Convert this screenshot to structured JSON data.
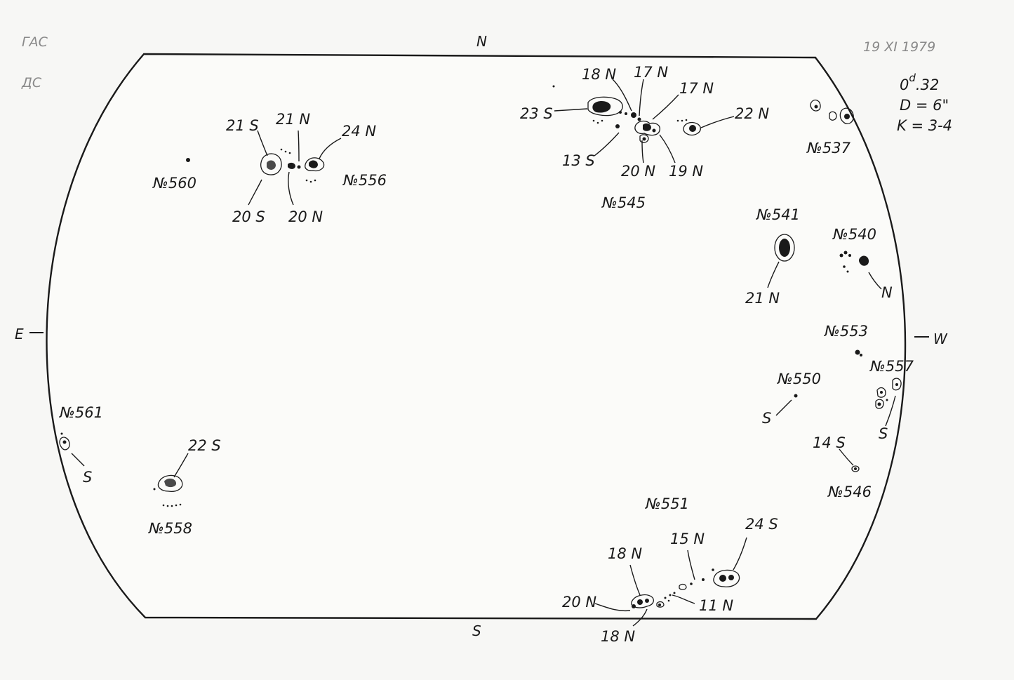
{
  "header": {
    "observatory": "ГАС",
    "observer": "ДС",
    "date": "19  XI  1979",
    "time_main": "0",
    "time_sup": "d",
    "time_rest": ".32",
    "seeing": "D = 6\"",
    "quality": "K = 3-4"
  },
  "directions": {
    "north": "N",
    "south": "S",
    "east": "E",
    "west": "W"
  },
  "groups": {
    "g560": "№560",
    "g556": "№556",
    "g545": "№545",
    "g537": "№537",
    "g541": "№541",
    "g540": "№540",
    "g553": "№553",
    "g557": "№557",
    "g550": "№550",
    "g546": "№546",
    "g551": "№551",
    "g561": "№561",
    "g558": "№558"
  },
  "spot_labels": {
    "g556_21s": "21 S",
    "g556_21n": "21 N",
    "g556_24n": "24 N",
    "g556_20s": "20 S",
    "g556_20n": "20 N",
    "g545_18n": "18 N",
    "g545_17n_a": "17 N",
    "g545_17n_b": "17 N",
    "g545_23s": "23 S",
    "g545_22n": "22 N",
    "g545_13s": "13 S",
    "g545_20n": "20 N",
    "g545_19n": "19 N",
    "g541_21n": "21 N",
    "g540_n": "N",
    "g550_s": "S",
    "g557_s": "S",
    "g546_14s": "14 S",
    "g551_24s": "24 S",
    "g551_15n": "15 N",
    "g551_18n_a": "18 N",
    "g551_20n": "20 N",
    "g551_11n": "11 N",
    "g551_18n_b": "18 N",
    "g561_s": "S",
    "g558_22s": "22 S"
  }
}
